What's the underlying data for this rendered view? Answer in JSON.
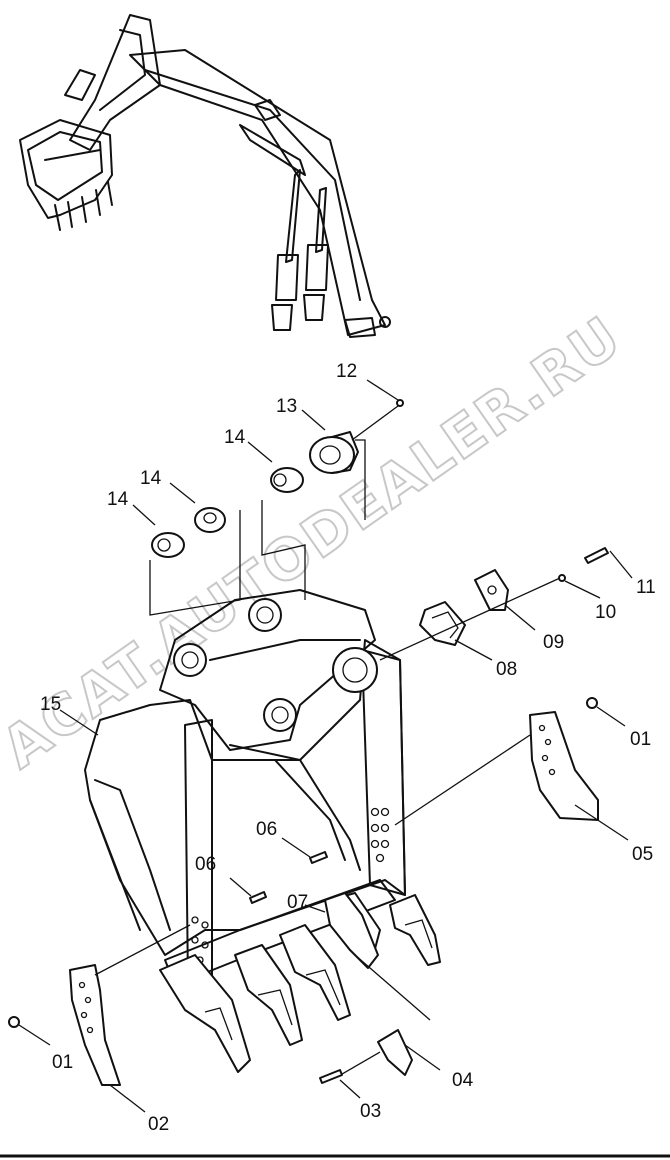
{
  "watermark": "ACAT.AUTODEALER.RU",
  "callouts": [
    {
      "id": "12",
      "label": "12"
    },
    {
      "id": "13",
      "label": "13"
    },
    {
      "id": "14a",
      "label": "14"
    },
    {
      "id": "14b",
      "label": "14"
    },
    {
      "id": "14c",
      "label": "14"
    },
    {
      "id": "11",
      "label": "11"
    },
    {
      "id": "10",
      "label": "10"
    },
    {
      "id": "09",
      "label": "09"
    },
    {
      "id": "08",
      "label": "08"
    },
    {
      "id": "15",
      "label": "15"
    },
    {
      "id": "01r",
      "label": "01"
    },
    {
      "id": "05",
      "label": "05"
    },
    {
      "id": "06a",
      "label": "06"
    },
    {
      "id": "06b",
      "label": "06"
    },
    {
      "id": "07",
      "label": "07"
    },
    {
      "id": "01l",
      "label": "01"
    },
    {
      "id": "02",
      "label": "02"
    },
    {
      "id": "03",
      "label": "03"
    },
    {
      "id": "04",
      "label": "04"
    }
  ]
}
